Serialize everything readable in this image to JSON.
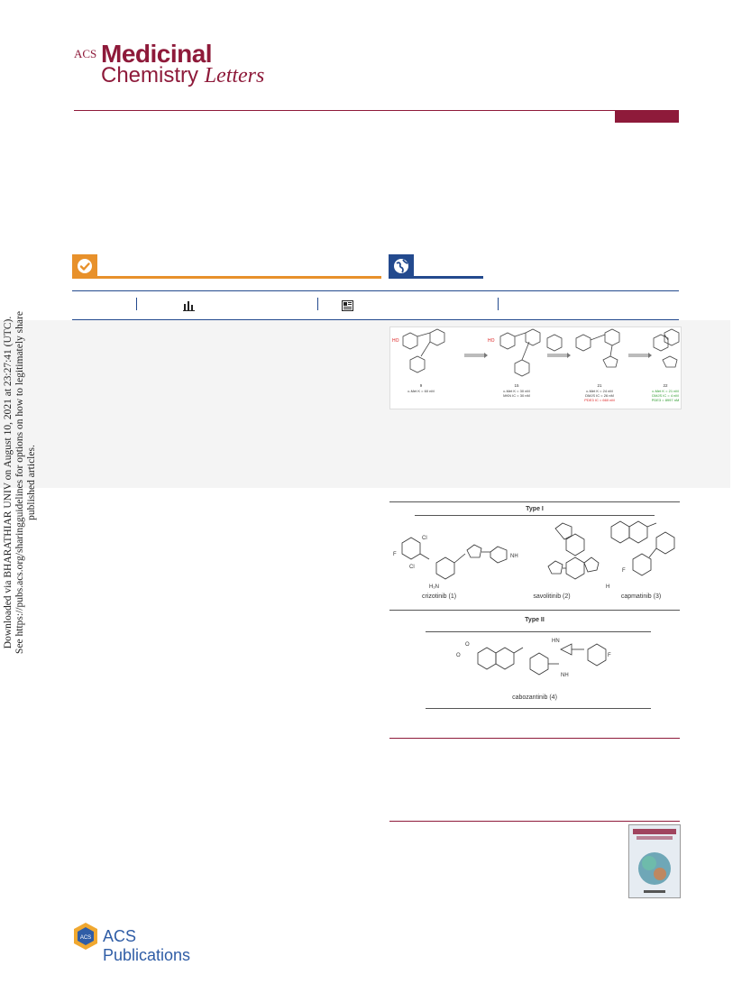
{
  "journal": {
    "acs_prefix": "ACS",
    "title_line1": "Medicinal",
    "title_line2_a": "Chemistry ",
    "title_line2_b": "Letters"
  },
  "toc_graphic": {
    "compounds": [
      "9",
      "15",
      "21",
      "22"
    ],
    "lines": [
      [
        "c-Met K = 60 nM"
      ],
      [
        "c-Met K = 30 nM",
        "MKN IC = 30 nM"
      ],
      [
        "c-Met K = 24 nM",
        "DMJS IC = 26 nM",
        "PDE3 IC = 660 nM"
      ],
      [
        "c-Met K = 21 nM",
        "DMJS IC = 4 nM",
        "PDE3 = 8997 nM"
      ]
    ]
  },
  "figure1": {
    "type1_heading": "Type I",
    "type2_heading": "Type II",
    "compounds_type1": [
      "crizotinib (1)",
      "savolitinib (2)",
      "capmatinib (3)"
    ],
    "compounds_type2": [
      "cabozantinib (4)"
    ]
  },
  "side_note": {
    "line1": "Downloaded via BHARATHIAR UNIV on August 10, 2021 at 23:27:41 (UTC).",
    "line2": "See https://pubs.acs.org/sharingguidelines for options on how to legitimately share published articles."
  },
  "publisher": {
    "name": "ACS Publications"
  },
  "colors": {
    "brand": "#8e1a3a",
    "orange": "#e8912b",
    "blue": "#234a8e",
    "pub_blue": "#2f5da6"
  },
  "icons": [
    "check-icon",
    "globe-icon",
    "bar-chart-icon",
    "article-icon"
  ]
}
